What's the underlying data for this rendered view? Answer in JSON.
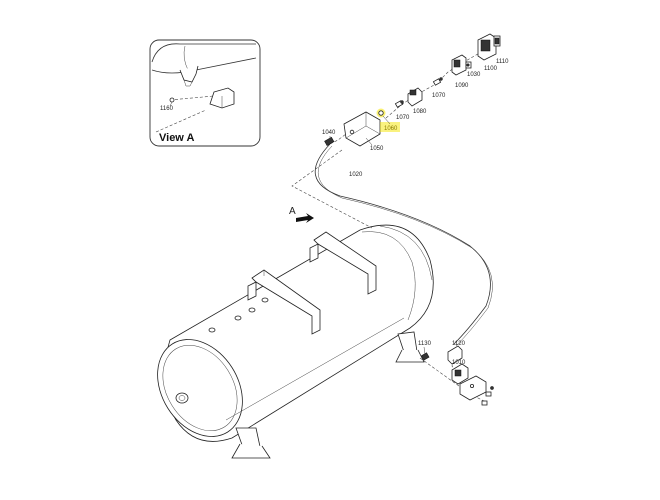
{
  "inset": {
    "title": "View A",
    "callout": "1160"
  },
  "view_marker": "A",
  "callouts": {
    "c1010": "1010",
    "c1020": "1020",
    "c1030": "1030",
    "c1040": "1040",
    "c1050": "1050",
    "c1060": "1060",
    "c1070a": "1070",
    "c1070b": "1070",
    "c1080": "1080",
    "c1090": "1090",
    "c1100": "1100",
    "c1110": "1110",
    "c1120": "1120",
    "c1130": "1130"
  },
  "highlight_color": "#f5e600"
}
